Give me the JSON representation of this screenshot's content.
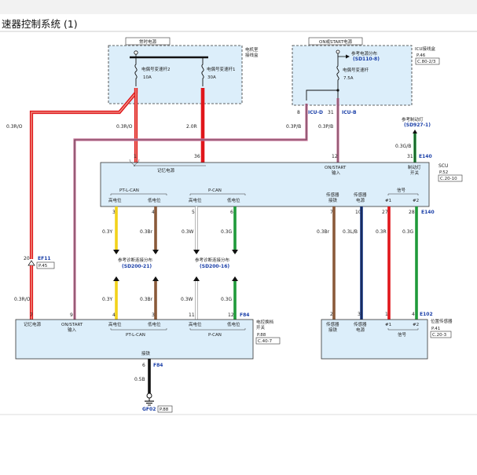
{
  "title": "速器控制系统 (1)",
  "fuse_box_left": {
    "header": "常时电源",
    "side_label_1": "电机室",
    "side_label_2": "接线盒",
    "fuse1_name": "电偶号变速杆2",
    "fuse1_rating": "10A",
    "fuse2_name": "电偶号变速杆1",
    "fuse2_rating": "30A"
  },
  "fuse_box_right": {
    "header": "ON或START电源",
    "ref_label": "参考电源分布",
    "ref_code": "(SD110-8)",
    "fuse_name": "电偶号变速杆",
    "fuse_rating": "7.5A",
    "side_label": "ICU接线盒",
    "page_ref_1": "P.46",
    "page_ref_2": "C.80-2/3",
    "pin_left": "8",
    "conn_left": "ICU-D",
    "pin_right": "31",
    "conn_right": "ICU-B"
  },
  "brake_ref": {
    "label": "参考制动灯",
    "code": "(SD927-1)"
  },
  "wires_top": {
    "left_long": "0.3R/O",
    "fuse1_out": "0.3R/O",
    "fuse2_out": "2.0R",
    "icu_d_out": "0.3P/B",
    "icu_b_out": "0.3P/B",
    "brake_out": "0.3G/B"
  },
  "scu": {
    "pin_fuse1": "1",
    "pin_fuse2": "36",
    "pin_ign": "12",
    "pin_brake": "31",
    "conn_top": "E140",
    "label_memory": "记忆电源",
    "label_on_1": "ON/START",
    "label_on_2": "输入",
    "label_brake_1": "制动灯",
    "label_brake_2": "开关",
    "name": "SCU",
    "page_ref_1": "P.52",
    "page_ref_2": "C.20-10",
    "ptcan_title": "PT-L-CAN",
    "ptcan_hi": "高电位",
    "ptcan_lo": "低电位",
    "pcan_title": "P-CAN",
    "pcan_hi": "高电位",
    "pcan_lo": "低电位",
    "sensor_gnd_1": "传感器",
    "sensor_gnd_2": "接铁",
    "sensor_pwr_1": "传感器",
    "sensor_pwr_2": "电源",
    "signal_title": "信号",
    "sig1": "#1",
    "sig2": "#2",
    "conn_bottom": "E140",
    "pins_bottom": [
      "3",
      "4",
      "5",
      "6",
      "7",
      "10",
      "27",
      "28"
    ]
  },
  "wires_mid": [
    "0.3Y",
    "0.3Br",
    "0.3W",
    "0.3G",
    "0.3Br",
    "0.3L/B",
    "0.3R",
    "0.3G"
  ],
  "diag_ref_1": {
    "label": "参考诊断连接分布",
    "code": "(SD200-21)"
  },
  "diag_ref_2": {
    "label": "参考诊断连接分布",
    "code": "(SD200-16)"
  },
  "ef11": {
    "pin": "20",
    "name": "EF11",
    "page_ref": "P.45"
  },
  "wires_lower": [
    "0.3R/O",
    "0.3Y",
    "0.3Br",
    "0.3W",
    "0.3G"
  ],
  "sbw": {
    "pins_top": [
      "7",
      "9",
      "4",
      "3",
      "11",
      "12"
    ],
    "conn_top": "F84",
    "label_memory": "记忆电源",
    "label_on_1": "ON/START",
    "label_on_2": "输入",
    "ptcan_hi": "高电位",
    "ptcan_lo": "低电位",
    "ptcan_title": "PT-L-CAN",
    "pcan_hi": "高电位",
    "pcan_lo": "低电位",
    "pcan_title": "P-CAN",
    "side_label_1": "电控换档",
    "side_label_2": "开关",
    "page_ref_1": "P.88",
    "page_ref_2": "C.40-7",
    "ground_label": "接铁",
    "ground_pin": "6",
    "ground_conn": "F84"
  },
  "ground": {
    "wire": "0.5B",
    "name": "GF02",
    "page_ref": "P.88"
  },
  "sensor": {
    "pins_top": [
      "2",
      "3",
      "1",
      "4"
    ],
    "conn_top": "E102",
    "gnd_1": "传感器",
    "gnd_2": "接铁",
    "pwr_1": "传感器",
    "pwr_2": "电源",
    "sig1": "#1",
    "sig2": "#2",
    "signal_title": "信号",
    "side_label": "位置传感器",
    "page_ref_1": "P.41",
    "page_ref_2": "C.20-3"
  },
  "colors": {
    "red": "#e0161b",
    "red_orange_stripe": "#f0a090",
    "pink_black": "#c9749a",
    "green": "#1f9a3a",
    "brown": "#8a5a3a",
    "yellow": "#f2d21a",
    "blue": "#1a3a8a",
    "black": "#111111"
  }
}
